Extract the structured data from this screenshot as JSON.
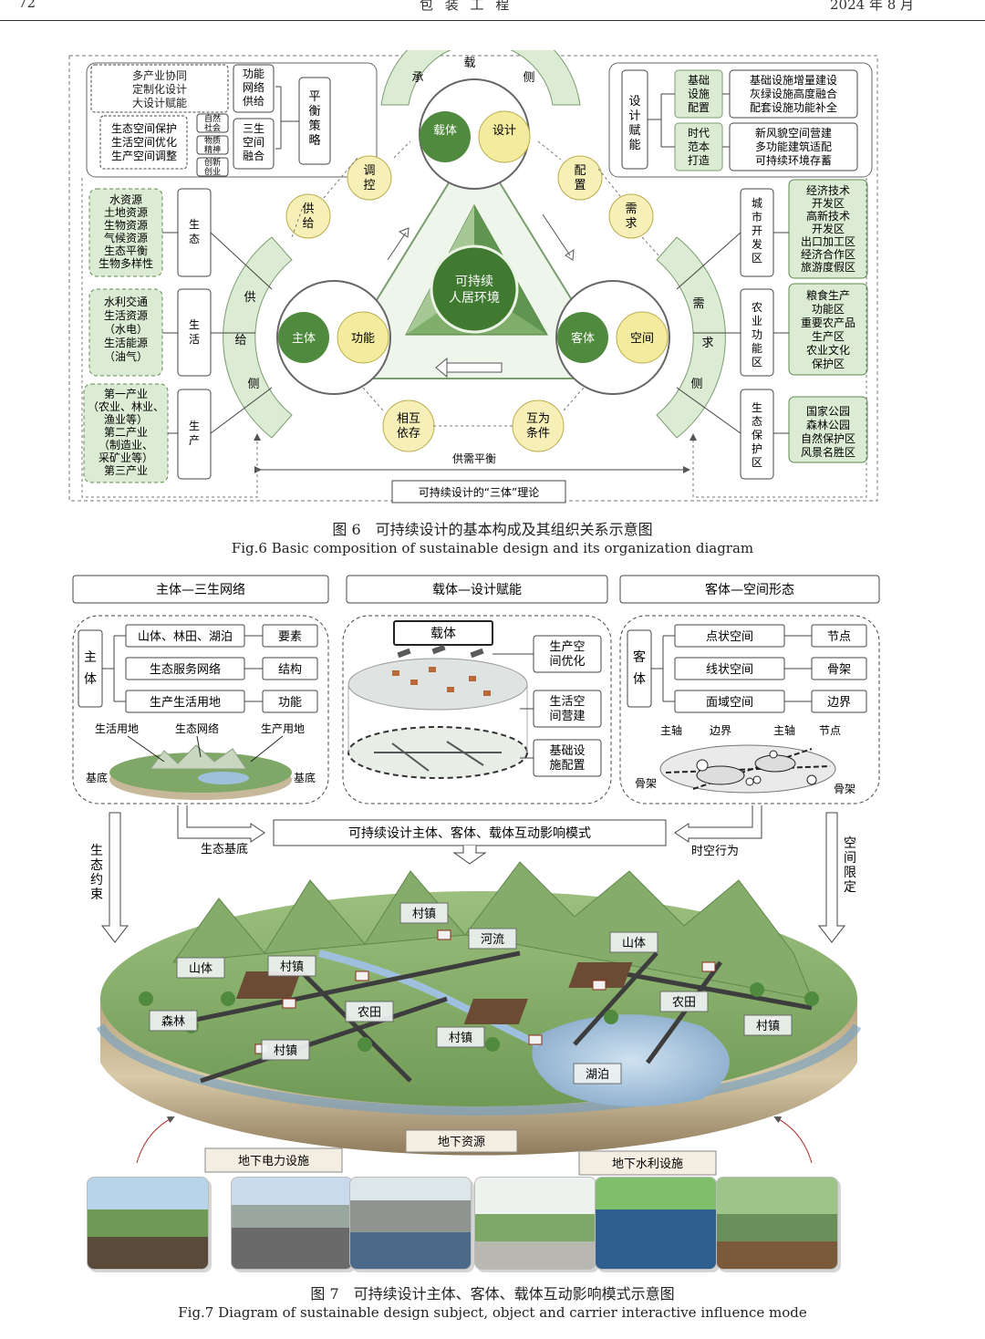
{
  "header": {
    "page": "72",
    "journal": "包 装 工 程",
    "date": "2024 年 8 月"
  },
  "fig6": {
    "caption_cn": "图 6　可持续设计的基本构成及其组织关系示意图",
    "caption_en": "Fig.6 Basic composition of sustainable design and its organization diagram",
    "center": [
      "可持续",
      "人居环境"
    ],
    "carrier_arc": [
      "承",
      "载",
      "侧"
    ],
    "supply_arc": [
      "供",
      "给",
      "侧"
    ],
    "demand_arc": [
      "需",
      "求",
      "侧"
    ],
    "top_circle": [
      "载体",
      "设计"
    ],
    "left_circle": [
      "主体",
      "功能"
    ],
    "right_circle": [
      "客体",
      "空间"
    ],
    "bubbles": {
      "tiaokong": "调控",
      "gongji": "供给",
      "peizhi": "配置",
      "xuqiu": "需求",
      "xianghu": [
        "相互",
        "依存"
      ],
      "huwei": [
        "互为",
        "条件"
      ]
    },
    "balance_label": "供需平衡",
    "theory_label": "可持续设计的“三体”理论",
    "balance_strategy": "平衡策略",
    "tl_group1": [
      "多产业协同",
      "定制化设计",
      "大设计赋能"
    ],
    "tl_group1_tag": [
      "功能",
      "网络",
      "供给"
    ],
    "tl_group2": [
      "生态空间保护",
      "生活空间优化",
      "生产空间调整"
    ],
    "tl_small": [
      [
        "自然",
        "社会"
      ],
      [
        "物质",
        "精神"
      ],
      [
        "创新",
        "创业"
      ]
    ],
    "tl_group2_tag": [
      "三生",
      "空间",
      "融合"
    ],
    "tr_side": "设计赋能",
    "tr_tag1": [
      "基础",
      "设施",
      "配置"
    ],
    "tr_list1": [
      "基础设施增量建设",
      "灰绿设施高度融合",
      "配套设施功能补全"
    ],
    "tr_tag2": [
      "时代",
      "范本",
      "打造"
    ],
    "tr_list2": [
      "新风貌空间营建",
      "多功能建筑适配",
      "可持续环境存蓄"
    ],
    "left_tags": [
      "生态",
      "生活",
      "生产"
    ],
    "left_lists": [
      [
        "水资源",
        "土地资源",
        "生物资源",
        "气候资源",
        "生态平衡",
        "生物多样性"
      ],
      [
        "水利交通",
        "生活资源",
        "（水电）",
        "生活能源",
        "（油气）"
      ],
      [
        "第一产业",
        "（农业、林业、",
        "渔业等）",
        "第二产业",
        "（制造业、",
        "采矿业等）",
        "第三产业"
      ]
    ],
    "right_tags": [
      "城市开发区",
      "农业功能区",
      "生态保护区"
    ],
    "right_lists": [
      [
        "经济技术",
        "开发区",
        "高新技术",
        "开发区",
        "出口加工区",
        "经济合作区",
        "旅游度假区"
      ],
      [
        "粮食生产",
        "功能区",
        "重要农产品",
        "生产区",
        "农业文化",
        "保护区"
      ],
      [
        "国家公园",
        "森林公园",
        "自然保护区",
        "风景名胜区"
      ]
    ]
  },
  "fig7": {
    "caption_cn": "图 7　可持续设计主体、客体、载体互动影响模式示意图",
    "caption_en": "Fig.7 Diagram of sustainable design subject, object and carrier interactive influence mode",
    "panel_titles": [
      "主体—三生网络",
      "载体—设计赋能",
      "客体—空间形态"
    ],
    "subject": "主体",
    "subject_rows": [
      "山体、林田、湖泊",
      "生态服务网络",
      "生产生活用地"
    ],
    "subject_out": [
      "要素",
      "结构",
      "功能"
    ],
    "subject_map": [
      "生活用地",
      "生态网络",
      "生产用地",
      "基底",
      "基底"
    ],
    "carrier": "载体",
    "carrier_out": [
      [
        "生产空",
        "间优化"
      ],
      [
        "生活空",
        "间营建"
      ],
      [
        "基础设",
        "施配置"
      ]
    ],
    "object": "客体",
    "object_rows": [
      "点状空间",
      "线状空间",
      "面域空间"
    ],
    "object_out": [
      "节点",
      "骨架",
      "边界"
    ],
    "object_map": [
      "主轴",
      "边界",
      "主轴",
      "节点",
      "骨架",
      "骨架"
    ],
    "mode_label": "可持续设计主体、客体、载体互动影响模式",
    "eco_base": "生态基底",
    "spacetime": "时空行为",
    "eco_constraint": [
      "生",
      "态",
      "约",
      "束"
    ],
    "space_limit": [
      "空",
      "间",
      "限",
      "定"
    ],
    "landscape_labels": [
      "村镇",
      "河流",
      "山体",
      "村镇",
      "山体",
      "森林",
      "农田",
      "农田",
      "村镇",
      "村镇",
      "村镇",
      "湖泊"
    ],
    "underground": [
      "地下资源",
      "地下电力设施",
      "地下水利设施"
    ]
  }
}
